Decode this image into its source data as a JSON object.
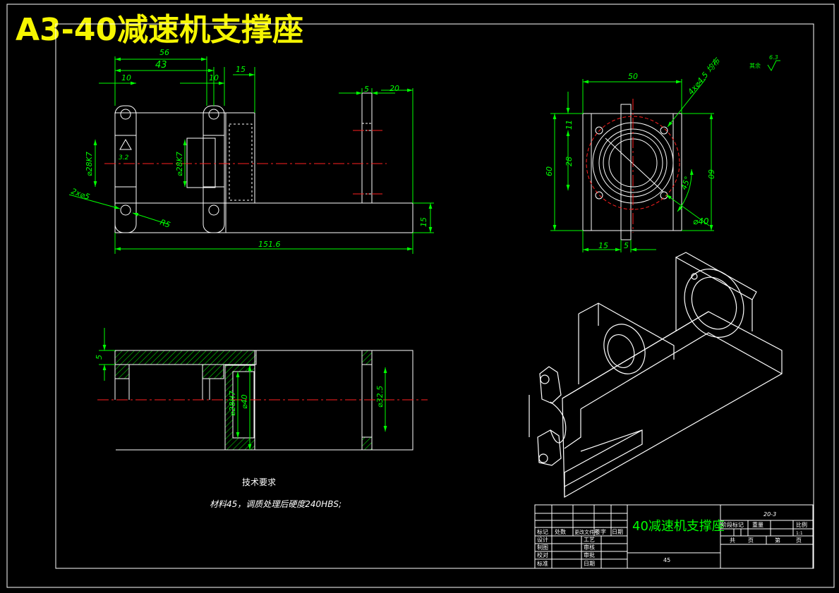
{
  "sheet_title": "A3-40减速机支撑座",
  "front_view": {
    "dim_56": "56",
    "dim_43": "43",
    "dim_10a": "10",
    "dim_10b": "10",
    "dim_15_top": "15",
    "dim_5_side": "5",
    "dim_20_side": "20",
    "dim_bore_left": "⌀28K7",
    "dim_bore_mid": "⌀28K7",
    "dim_holes": "2x⌀5",
    "dim_r5": "R5",
    "roughness_val": "3.2",
    "dim_total": "151.6",
    "dim_15_right": "15"
  },
  "side_view": {
    "dim_50": "50",
    "dim_holes": "4x⌀4.5 均布",
    "dim_11": "11",
    "dim_28": "28",
    "dim_60_left": "60",
    "dim_60_right": "60",
    "dim_45deg": "45°",
    "dim_pcd": "⌀40",
    "dim_15_bottom": "15",
    "dim_5_bottom": "5",
    "surface_note": "其余",
    "surface_val": "6.3"
  },
  "section_view": {
    "dim_5": "5",
    "dim_bore": "⌀28H7",
    "dim_40": "⌀40",
    "dim_32": "⌀32.5"
  },
  "notes": {
    "heading": "技术要求",
    "line1": "材料45，调质处理后硬度240HBS;"
  },
  "title_block": {
    "part_name": "40减速机支撑座",
    "drawing_no": "20-3",
    "material": "45",
    "col_stage": "阶段标记",
    "col_weight": "重量",
    "col_scale": "比例",
    "scale_val": "1:1",
    "sheets_total": "共",
    "sheets_unit": "页",
    "sheet_no": "第",
    "sheet_unit": "页",
    "rev_mark": "标记",
    "rev_count": "处数",
    "rev_file": "更改文件号",
    "rev_sign": "签字",
    "rev_date": "日期",
    "role_design": "设计",
    "role_draw": "制图",
    "role_check": "校对",
    "role_approve": "标准",
    "role_process": "工艺",
    "role_review": "审核",
    "role_std": "审批",
    "role_date": "日期"
  },
  "colors": {
    "outline": "#ffffff",
    "dimension": "#00ff00",
    "centerline": "#ff2020",
    "hatch": "#00ff00",
    "title_text": "#f5f500",
    "block_name": "#00ff00"
  }
}
